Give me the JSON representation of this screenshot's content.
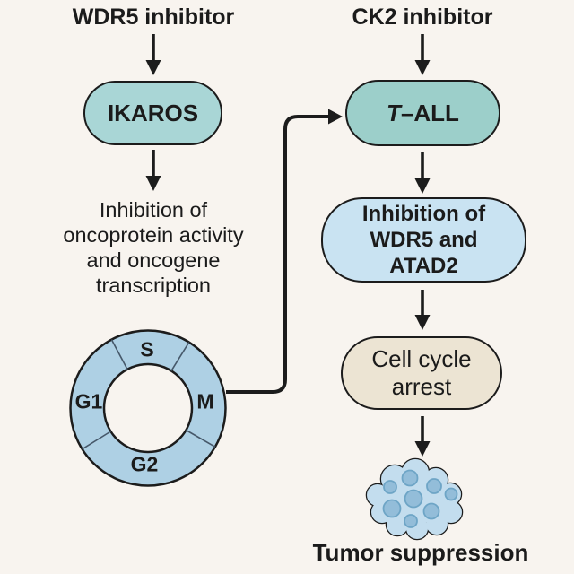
{
  "colors": {
    "background": "#f8f4ef",
    "ink": "#1c1c1c",
    "ikaros_fill": "#a9d6d6",
    "tall_fill": "#9ccfca",
    "inhibition_fill": "#c9e3f2",
    "arrest_fill": "#ece4d3",
    "cycle_ring_fill": "#aed0e4",
    "tumor_fill": "#c3ddee",
    "tumor_cell_fill": "#93bdd9"
  },
  "left_column": {
    "top_label": "WDR5 inhibitor",
    "node_label": "IKAROS",
    "effect_lines": [
      "Inhibition of",
      "oncoprotein activity",
      "and oncogene",
      "transcription"
    ],
    "cell_cycle": {
      "labels": [
        "S",
        "M",
        "G2",
        "G1"
      ]
    }
  },
  "right_column": {
    "top_label": "CK2 inhibitor",
    "node_prefix": "T",
    "node_suffix": "–ALL",
    "inhibition_lines": [
      "Inhibition of",
      "WDR5 and",
      "ATAD2"
    ],
    "arrest_lines": [
      "Cell cycle",
      "arrest"
    ],
    "bottom_label": "Tumor suppression"
  }
}
